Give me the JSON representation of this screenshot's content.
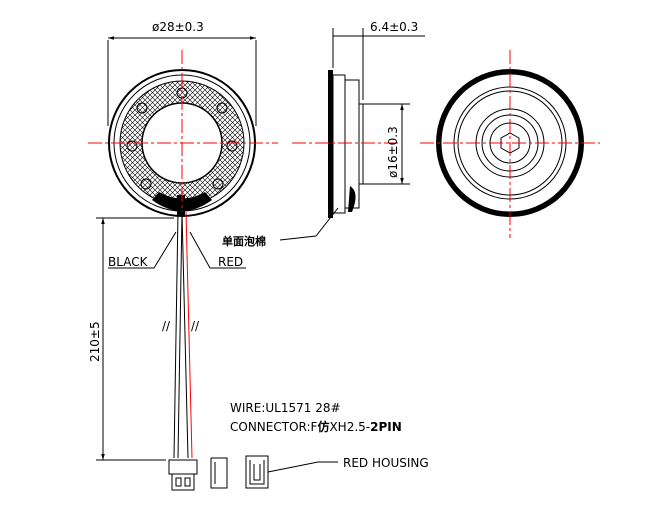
{
  "dimensions": {
    "outer_diameter": "ø28±0.3",
    "thickness": "6.4±0.3",
    "inner_diameter": "ø16±0.3",
    "lead_length": "210±5"
  },
  "labels": {
    "black_wire": "BLACK",
    "red_wire": "RED",
    "foam": "单面泡棉",
    "red_housing": "RED HOUSING"
  },
  "notes": {
    "wire": "WIRE:UL1571   28#",
    "connector_prefix": "CONNECTOR:F",
    "connector_cn": "仿",
    "connector_model": "XH2.5-",
    "connector_pins": "2PIN"
  },
  "colors": {
    "centerline": "#ff0000",
    "red_wire": "#ff0000",
    "outline": "#000000"
  }
}
